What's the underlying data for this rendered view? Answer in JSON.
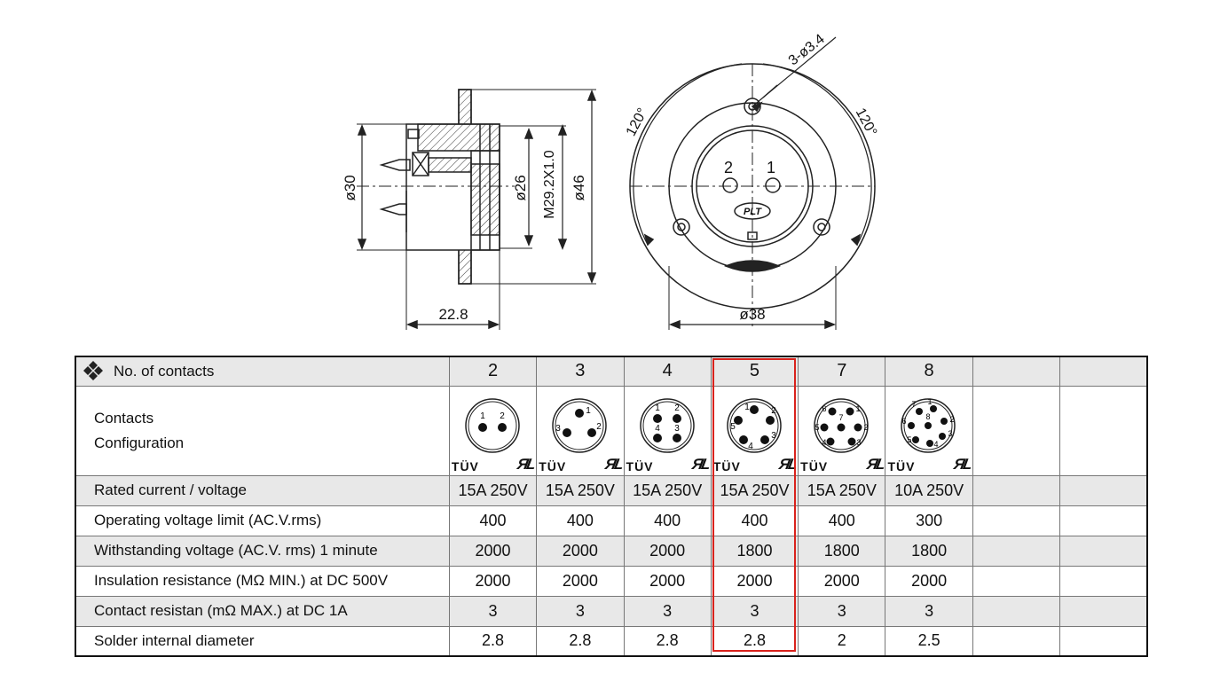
{
  "drawing": {
    "side_view": {
      "dim_d30": "ø30",
      "dim_d26": "ø26",
      "dim_thread": "M29.2X1.0",
      "dim_d46": "ø46",
      "dim_length": "22.8"
    },
    "front_view": {
      "angle_left": "120°",
      "angle_right": "120°",
      "holes": "3-ø3.4",
      "dim_d38": "ø38",
      "pin_1": "1",
      "pin_2": "2",
      "logo": "PLT"
    }
  },
  "table": {
    "header_label": "No. of contacts",
    "columns": [
      "2",
      "3",
      "4",
      "5",
      "7",
      "8",
      "",
      ""
    ],
    "config_label_1": "Contacts",
    "config_label_2": "Configuration",
    "cert_tuv": "TÜV",
    "cert_ul": "ЯL",
    "rows": [
      {
        "label": "Rated current / voltage",
        "values": [
          "15A 250V",
          "15A 250V",
          "15A 250V",
          "15A 250V",
          "15A 250V",
          "10A 250V",
          "",
          ""
        ]
      },
      {
        "label": "Operating voltage limit (AC.V.rms)",
        "values": [
          "400",
          "400",
          "400",
          "400",
          "400",
          "300",
          "",
          ""
        ]
      },
      {
        "label": "Withstanding voltage (AC.V. rms) 1 minute",
        "values": [
          "2000",
          "2000",
          "2000",
          "1800",
          "1800",
          "1800",
          "",
          ""
        ]
      },
      {
        "label": "Insulation resistance (MΩ MIN.) at DC 500V",
        "values": [
          "2000",
          "2000",
          "2000",
          "2000",
          "2000",
          "2000",
          "",
          ""
        ]
      },
      {
        "label": "Contact resistan (mΩ MAX.) at DC 1A",
        "values": [
          "3",
          "3",
          "3",
          "3",
          "3",
          "3",
          "",
          ""
        ]
      },
      {
        "label": "Solder internal diameter",
        "values": [
          "2.8",
          "2.8",
          "2.8",
          "2.8",
          "2",
          "2.5",
          "",
          ""
        ]
      }
    ],
    "pin_labels": {
      "c2": [
        "1",
        "2"
      ],
      "c3": [
        "1",
        "2",
        "3"
      ],
      "c4": [
        "1",
        "2",
        "3",
        "4"
      ],
      "c5": [
        "1",
        "2",
        "3",
        "4",
        "5"
      ],
      "c7": [
        "1",
        "2",
        "3",
        "4",
        "5",
        "6",
        "7"
      ],
      "c8": [
        "1",
        "2",
        "3",
        "4",
        "5",
        "6",
        "7",
        "8"
      ]
    },
    "highlight_column": "5",
    "highlight_color": "#d9221c"
  }
}
